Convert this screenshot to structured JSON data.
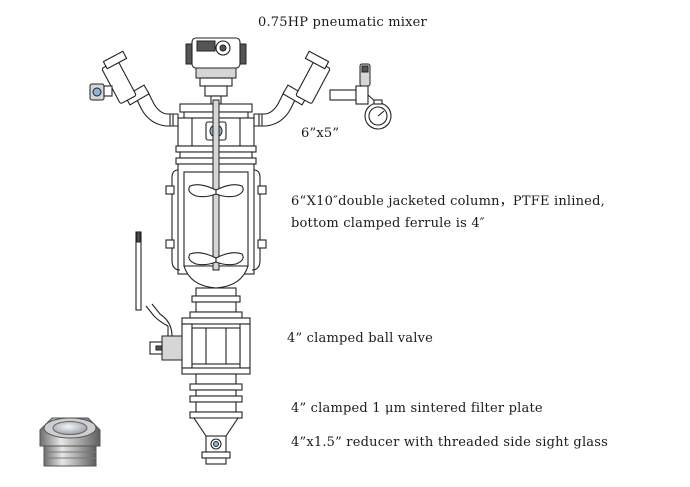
{
  "labels": {
    "mixer": "0.75HP pneumatic mixer",
    "ports": "6”x5”",
    "column_line1": "6“X10″double jacketed column，PTFE inlined,",
    "column_line2": "bottom clamped ferrule is 4″",
    "ball_valve": "4”  clamped ball valve",
    "filter_plate": "4”  clamped 1 μm sintered filter plate",
    "reducer": "4”x1.5”  reducer with threaded side sight glass"
  }
}
